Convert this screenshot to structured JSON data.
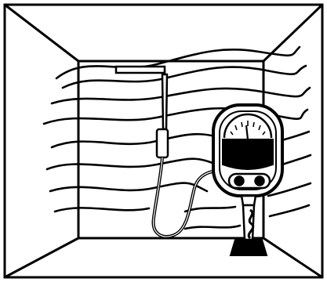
{
  "illustration": {
    "subject": "anemometer-measuring-airflow-in-room",
    "colors": {
      "ink": "#000000",
      "paper": "#ffffff"
    },
    "parts": {
      "room": "room-perspective",
      "airflow": "airflow-streamlines",
      "probe": "anemometer-probe",
      "cable": "probe-cable",
      "meter": "anemometer-meter",
      "gauge": "analog-gauge-dial",
      "handle": "meter-handle"
    }
  }
}
